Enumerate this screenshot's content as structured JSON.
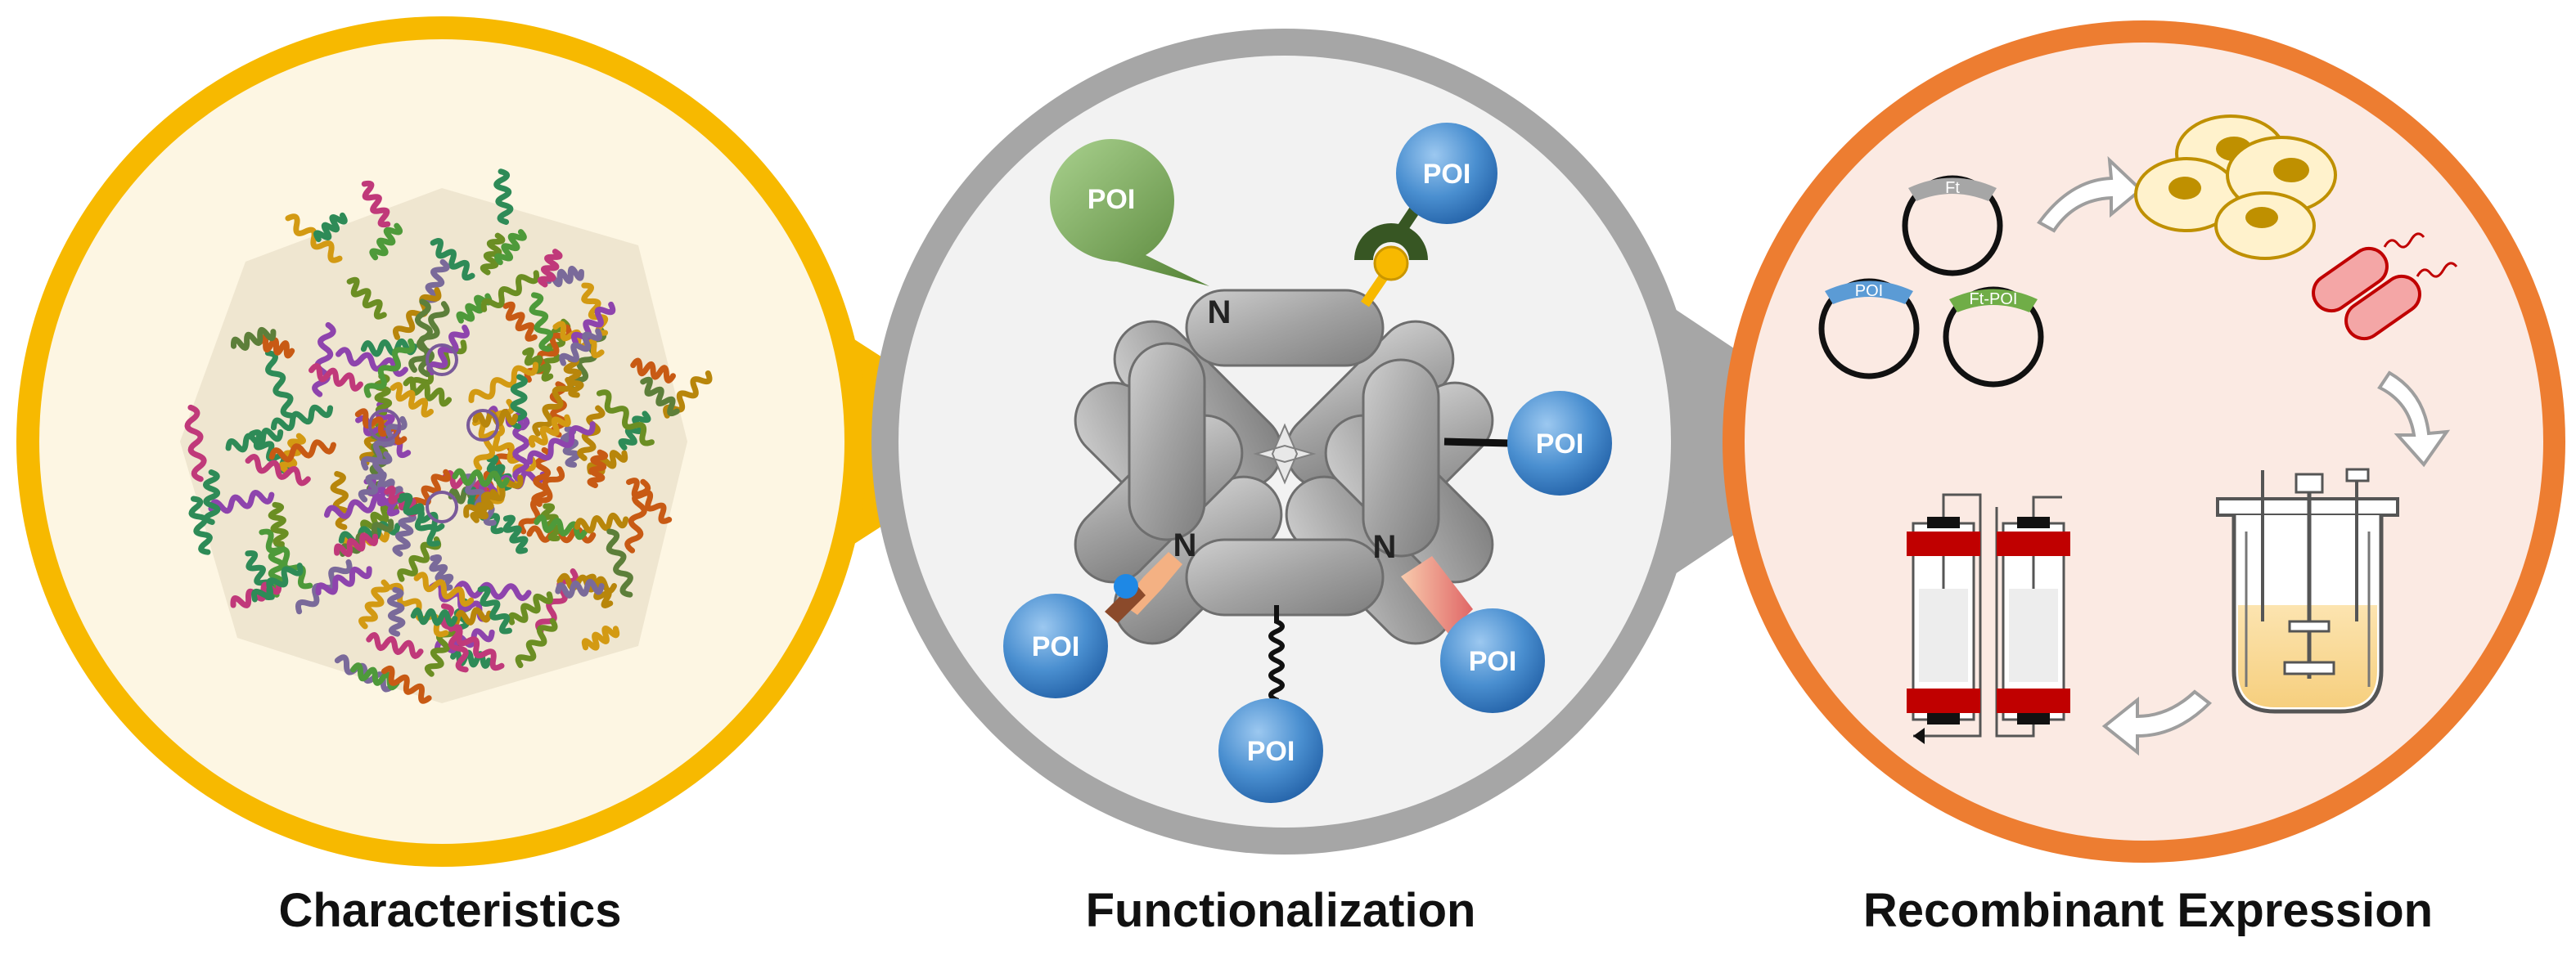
{
  "panels": [
    {
      "caption": "Characteristics"
    },
    {
      "caption": "Functionalization"
    },
    {
      "caption": "Recombinant Expression"
    }
  ],
  "functionalization": {
    "poi_label": "POI",
    "n_label": "N"
  },
  "expression": {
    "plasmid_ft": "Ft",
    "plasmid_poi": "POI",
    "plasmid_ftpoi": "Ft-POI"
  },
  "colors": {
    "characteristics_ring": "#F7B900",
    "characteristics_fill": "#FDF6E3",
    "functionalization_ring": "#A6A6A6",
    "functionalization_fill": "#F2F2F2",
    "expression_ring": "#ED7D31",
    "expression_fill": "#FBEAE3",
    "poi_blue": "#2E75B6",
    "poi_green": "#70AD47",
    "cage_gray": "#9A9A9A"
  }
}
